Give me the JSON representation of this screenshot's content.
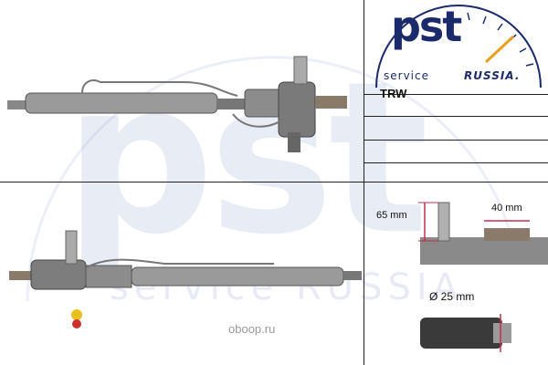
{
  "watermark": {
    "letters": "pst",
    "subtitle": "service RUSSIA."
  },
  "logo": {
    "letters": "pst",
    "service": "service",
    "russia": "RUSSIA."
  },
  "brand": "TRW",
  "dimensions": {
    "shaft_length": "65 mm",
    "spline_width": "40 mm",
    "diameter": "Ø 25 mm"
  },
  "site": "oboop.ru",
  "colors": {
    "logo": "#1b2a6b",
    "gauge_needle": "#e8a020",
    "dimension_accent": "#c03050"
  }
}
